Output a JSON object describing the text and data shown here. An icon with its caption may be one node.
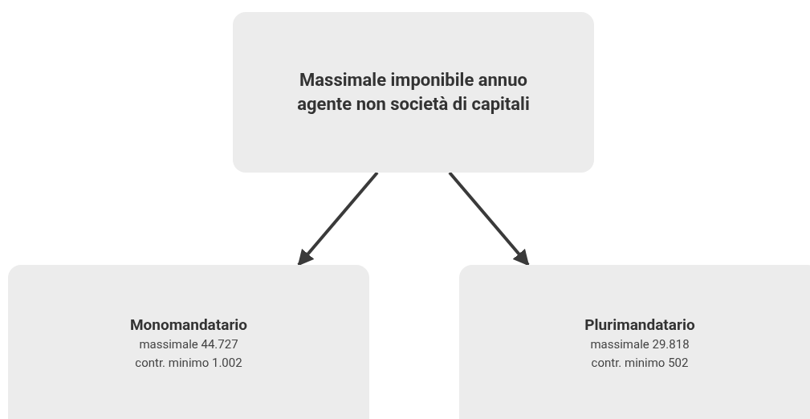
{
  "diagram": {
    "nodes": [
      {
        "text": [
          "Massimale imponibile annuo agente non società di capitali"
        ]
      },
      {
        "text": [
          "Monomandatario",
          "massimale 44.727",
          "contr. minimo 1.002"
        ]
      },
      {
        "text": [
          "Plurimandatario",
          "massimale 29.818",
          "contr. minimo 502"
        ]
      }
    ],
    "edges": [
      {
        "from": 0,
        "to": 1,
        "arrow": "to"
      },
      {
        "from": 0,
        "to": 2,
        "arrow": "to"
      }
    ]
  }
}
